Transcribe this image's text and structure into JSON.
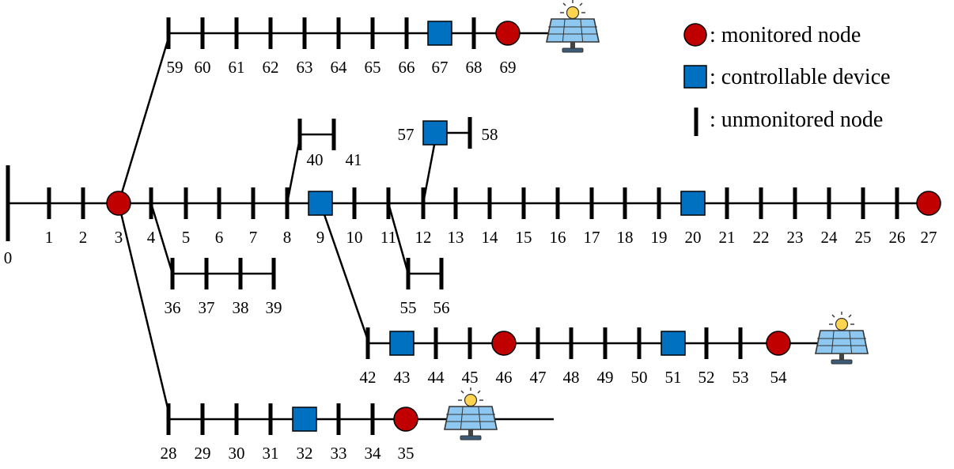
{
  "colors": {
    "line": "#000000",
    "monitored": "#c00000",
    "controllable": "#0070c0",
    "panel": "#8ec8f0",
    "sun": "#ffd54f"
  },
  "legend": {
    "monitored": ": monitored node",
    "controllable": ": controllable device",
    "unmonitored": ": unmonitored node"
  },
  "icons": [
    "solar-panel-icon"
  ],
  "nodes": [
    {
      "id": "0",
      "type": "unmonitored"
    },
    {
      "id": "1",
      "type": "unmonitored"
    },
    {
      "id": "2",
      "type": "unmonitored"
    },
    {
      "id": "3",
      "type": "monitored"
    },
    {
      "id": "4",
      "type": "unmonitored"
    },
    {
      "id": "5",
      "type": "unmonitored"
    },
    {
      "id": "6",
      "type": "unmonitored"
    },
    {
      "id": "7",
      "type": "unmonitored"
    },
    {
      "id": "8",
      "type": "unmonitored"
    },
    {
      "id": "9",
      "type": "controllable"
    },
    {
      "id": "10",
      "type": "unmonitored"
    },
    {
      "id": "11",
      "type": "unmonitored"
    },
    {
      "id": "12",
      "type": "unmonitored"
    },
    {
      "id": "13",
      "type": "unmonitored"
    },
    {
      "id": "14",
      "type": "unmonitored"
    },
    {
      "id": "15",
      "type": "unmonitored"
    },
    {
      "id": "16",
      "type": "unmonitored"
    },
    {
      "id": "17",
      "type": "unmonitored"
    },
    {
      "id": "18",
      "type": "unmonitored"
    },
    {
      "id": "19",
      "type": "unmonitored"
    },
    {
      "id": "20",
      "type": "controllable"
    },
    {
      "id": "21",
      "type": "unmonitored"
    },
    {
      "id": "22",
      "type": "unmonitored"
    },
    {
      "id": "23",
      "type": "unmonitored"
    },
    {
      "id": "24",
      "type": "unmonitored"
    },
    {
      "id": "25",
      "type": "unmonitored"
    },
    {
      "id": "26",
      "type": "unmonitored"
    },
    {
      "id": "27",
      "type": "monitored"
    },
    {
      "id": "28",
      "type": "unmonitored"
    },
    {
      "id": "29",
      "type": "unmonitored"
    },
    {
      "id": "30",
      "type": "unmonitored"
    },
    {
      "id": "31",
      "type": "unmonitored"
    },
    {
      "id": "32",
      "type": "controllable"
    },
    {
      "id": "33",
      "type": "unmonitored"
    },
    {
      "id": "34",
      "type": "unmonitored"
    },
    {
      "id": "35",
      "type": "monitored"
    },
    {
      "id": "36",
      "type": "unmonitored"
    },
    {
      "id": "37",
      "type": "unmonitored"
    },
    {
      "id": "38",
      "type": "unmonitored"
    },
    {
      "id": "39",
      "type": "unmonitored"
    },
    {
      "id": "40",
      "type": "unmonitored"
    },
    {
      "id": "41",
      "type": "unmonitored"
    },
    {
      "id": "42",
      "type": "unmonitored"
    },
    {
      "id": "43",
      "type": "controllable"
    },
    {
      "id": "44",
      "type": "unmonitored"
    },
    {
      "id": "45",
      "type": "unmonitored"
    },
    {
      "id": "46",
      "type": "monitored"
    },
    {
      "id": "47",
      "type": "unmonitored"
    },
    {
      "id": "48",
      "type": "unmonitored"
    },
    {
      "id": "49",
      "type": "unmonitored"
    },
    {
      "id": "50",
      "type": "unmonitored"
    },
    {
      "id": "51",
      "type": "controllable"
    },
    {
      "id": "52",
      "type": "unmonitored"
    },
    {
      "id": "53",
      "type": "unmonitored"
    },
    {
      "id": "54",
      "type": "monitored"
    },
    {
      "id": "55",
      "type": "unmonitored"
    },
    {
      "id": "56",
      "type": "unmonitored"
    },
    {
      "id": "57",
      "type": "controllable"
    },
    {
      "id": "58",
      "type": "unmonitored"
    },
    {
      "id": "59",
      "type": "unmonitored"
    },
    {
      "id": "60",
      "type": "unmonitored"
    },
    {
      "id": "61",
      "type": "unmonitored"
    },
    {
      "id": "62",
      "type": "unmonitored"
    },
    {
      "id": "63",
      "type": "unmonitored"
    },
    {
      "id": "64",
      "type": "unmonitored"
    },
    {
      "id": "65",
      "type": "unmonitored"
    },
    {
      "id": "66",
      "type": "unmonitored"
    },
    {
      "id": "67",
      "type": "controllable"
    },
    {
      "id": "68",
      "type": "unmonitored"
    },
    {
      "id": "69",
      "type": "monitored"
    }
  ],
  "solar_at": [
    "69",
    "54",
    "35"
  ]
}
